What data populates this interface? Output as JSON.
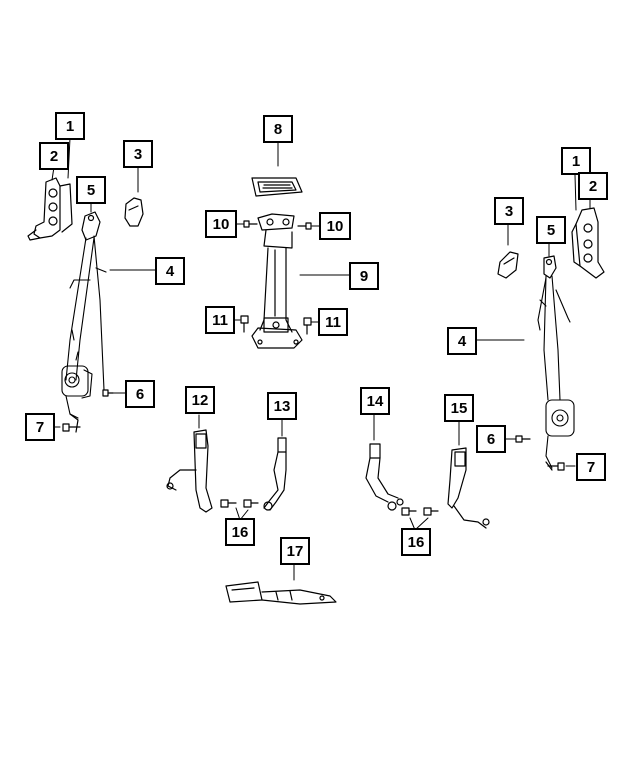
{
  "diagram": {
    "callouts": [
      {
        "id": "c1a",
        "label": "1"
      },
      {
        "id": "c2a",
        "label": "2"
      },
      {
        "id": "c3a",
        "label": "3"
      },
      {
        "id": "c5a",
        "label": "5"
      },
      {
        "id": "c4a",
        "label": "4"
      },
      {
        "id": "c6a",
        "label": "6"
      },
      {
        "id": "c7a",
        "label": "7"
      },
      {
        "id": "c8",
        "label": "8"
      },
      {
        "id": "c10a",
        "label": "10"
      },
      {
        "id": "c10b",
        "label": "10"
      },
      {
        "id": "c9",
        "label": "9"
      },
      {
        "id": "c11a",
        "label": "11"
      },
      {
        "id": "c11b",
        "label": "11"
      },
      {
        "id": "c12",
        "label": "12"
      },
      {
        "id": "c13",
        "label": "13"
      },
      {
        "id": "c14",
        "label": "14"
      },
      {
        "id": "c15",
        "label": "15"
      },
      {
        "id": "c16a",
        "label": "16"
      },
      {
        "id": "c16b",
        "label": "16"
      },
      {
        "id": "c17",
        "label": "17"
      },
      {
        "id": "c1b",
        "label": "1"
      },
      {
        "id": "c2b",
        "label": "2"
      },
      {
        "id": "c3b",
        "label": "3"
      },
      {
        "id": "c5b",
        "label": "5"
      },
      {
        "id": "c4b",
        "label": "4"
      },
      {
        "id": "c6b",
        "label": "6"
      },
      {
        "id": "c7b",
        "label": "7"
      }
    ]
  }
}
